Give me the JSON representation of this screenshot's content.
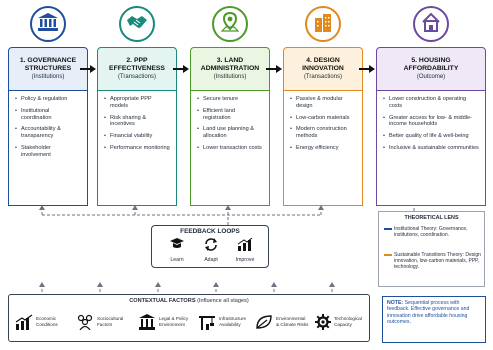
{
  "colors": {
    "stage1": "#1f4e9e",
    "stage1_bg": "#e7eef9",
    "stage2": "#1a8a7a",
    "stage2_bg": "#e3f4f1",
    "stage3": "#4c9a2a",
    "stage3_bg": "#eaf5e2",
    "stage4": "#e08a1e",
    "stage4_bg": "#fdf0dd",
    "stage5": "#6b4aa0",
    "stage5_bg": "#efe9f7",
    "note": "#1f4e9e"
  },
  "stages": [
    {
      "icon": "bank-icon",
      "title_line1": "1. GOVERNANCE",
      "title_line2": "STRUCTURES",
      "subtitle": "(Institutions)",
      "items": [
        "Policy & regulation",
        "Institutional coordination",
        "Accountability & transparency",
        "Stakeholder involvement"
      ]
    },
    {
      "icon": "handshake-icon",
      "title_line1": "2. PPP",
      "title_line2": "EFFECTIVENESS",
      "subtitle": "(Transactions)",
      "items": [
        "Appropriate PPP models",
        "Risk sharing & incentives",
        "Financial viability",
        "Performance monitoring"
      ]
    },
    {
      "icon": "map-pin-icon",
      "title_line1": "3. LAND",
      "title_line2": "ADMINISTRATION",
      "subtitle": "(Institutions)",
      "items": [
        "Secure tenure",
        "Efficient land registration",
        "Land use planning & allocation",
        "Lower transaction costs"
      ]
    },
    {
      "icon": "buildings-icon",
      "title_line1": "4. DESIGN",
      "title_line2": "INNOVATION",
      "subtitle": "(Transactions)",
      "items": [
        "Passive & modular design",
        "Low-carbon materials",
        "Modern construction methods",
        "Energy efficiency"
      ]
    },
    {
      "icon": "house-icon",
      "title_line1": "5. HOUSING",
      "title_line2": "AFFORDABILITY",
      "subtitle": "(Outcome)",
      "items": [
        "Lower construction & operating costs",
        "Greater access for low- & middle-income households",
        "Better quality of life & well-being",
        "Inclusive & sustainable communities"
      ]
    }
  ],
  "feedback": {
    "title": "FEEDBACK LOOPS",
    "items": [
      {
        "label": "Learn",
        "icon": "learn-icon"
      },
      {
        "label": "Adapt",
        "icon": "adapt-icon"
      },
      {
        "label": "Improve",
        "icon": "improve-icon"
      }
    ]
  },
  "context": {
    "title": "CONTEXTUAL FACTORS",
    "title_small": "(Influence all stages)",
    "items": [
      {
        "line1": "Economic",
        "line2": "Conditions",
        "icon": "economic-chart-icon"
      },
      {
        "line1": "Sociocultural",
        "line2": "Factors",
        "icon": "people-icon"
      },
      {
        "line1": "Legal & Policy",
        "line2": "Environment",
        "icon": "courthouse-icon"
      },
      {
        "line1": "Infrastructure",
        "line2": "Availability",
        "icon": "crane-icon"
      },
      {
        "line1": "Environmental",
        "line2": "& Climate Risks",
        "icon": "leaf-icon"
      },
      {
        "line1": "Technological",
        "line2": "Capacity",
        "icon": "gear-icon"
      }
    ]
  },
  "lens": {
    "title": "THEORETICAL LENS",
    "row1": "Institutional Theory: Governance, institutions, coordination.",
    "row1_color": "#1f4e9e",
    "row2": "Sustainable Transitions Theory: Design innovation, low-carbon materials, PPP, technology.",
    "row2_color": "#e08a1e"
  },
  "note": {
    "label": "NOTE:",
    "text": "Sequential process with feedback. Effective governance and innovation drive affordable housing outcomes."
  }
}
